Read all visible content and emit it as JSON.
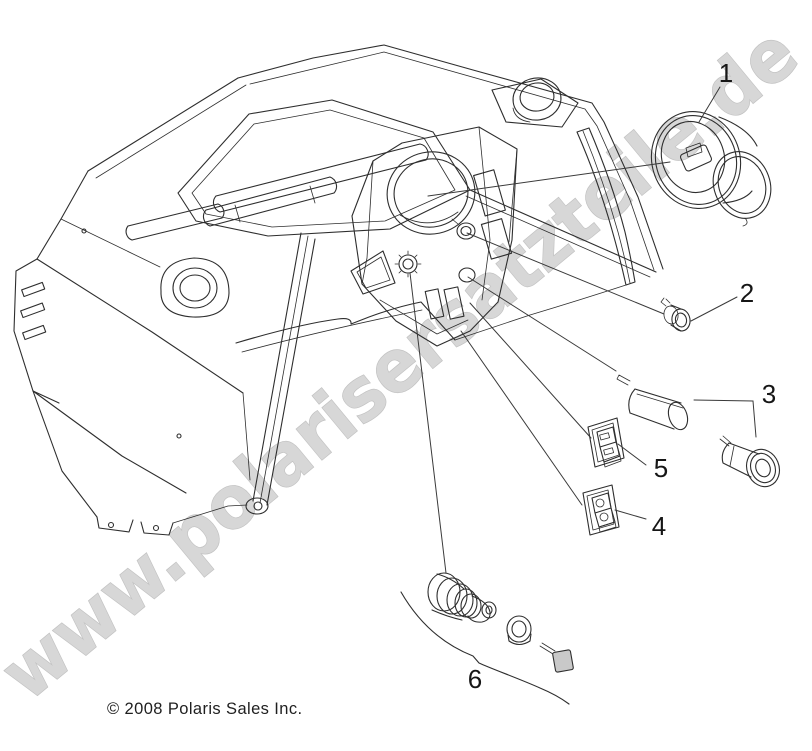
{
  "page": {
    "background_color": "#ffffff"
  },
  "watermark": {
    "text": "www.polarisersatzteile.de",
    "fill_color": "#d7d7d7",
    "edge_color": "#c2c2c2",
    "halo_color": "#ffffff"
  },
  "diagram": {
    "line_color": "#2e2e2e",
    "callouts": [
      {
        "label": "1"
      },
      {
        "label": "2"
      },
      {
        "label": "3"
      },
      {
        "label": "4"
      },
      {
        "label": "5"
      },
      {
        "label": "6"
      }
    ]
  },
  "footer": {
    "copyright": "© 2008 Polaris Sales Inc."
  }
}
